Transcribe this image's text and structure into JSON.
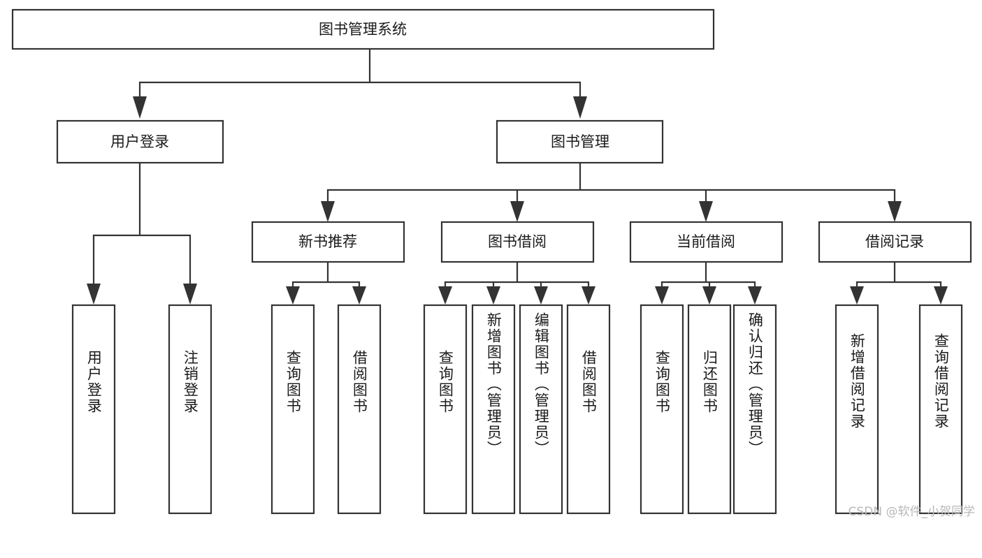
{
  "diagram": {
    "type": "tree",
    "title": "图书管理系统",
    "orientation": "top-down",
    "colors": {
      "background": "#ffffff",
      "box_fill": "#ffffff",
      "box_stroke": "#333333",
      "text": "#1a1a1a",
      "watermark": "#b8b8b8"
    },
    "root": {
      "label": "图书管理系统",
      "text_orientation": "horizontal"
    },
    "level2": [
      {
        "label": "用户登录",
        "text_orientation": "horizontal"
      },
      {
        "label": "图书管理",
        "text_orientation": "horizontal"
      }
    ],
    "level3": [
      {
        "label": "新书推荐",
        "text_orientation": "horizontal",
        "parent": "图书管理"
      },
      {
        "label": "图书借阅",
        "text_orientation": "horizontal",
        "parent": "图书管理"
      },
      {
        "label": "当前借阅",
        "text_orientation": "horizontal",
        "parent": "图书管理"
      },
      {
        "label": "借阅记录",
        "text_orientation": "horizontal",
        "parent": "图书管理"
      }
    ],
    "leaves": {
      "用户登录": [
        {
          "label": "用户登录",
          "text_orientation": "vertical"
        },
        {
          "label": "注销登录",
          "text_orientation": "vertical"
        }
      ],
      "新书推荐": [
        {
          "label": "查询图书",
          "text_orientation": "vertical"
        },
        {
          "label": "借阅图书",
          "text_orientation": "vertical"
        }
      ],
      "图书借阅": [
        {
          "label": "查询图书",
          "text_orientation": "vertical"
        },
        {
          "label": "新增图书（管理员）",
          "text_orientation": "vertical"
        },
        {
          "label": "编辑图书（管理员）",
          "text_orientation": "vertical"
        },
        {
          "label": "借阅图书",
          "text_orientation": "vertical"
        }
      ],
      "当前借阅": [
        {
          "label": "查询图书",
          "text_orientation": "vertical"
        },
        {
          "label": "归还图书",
          "text_orientation": "vertical"
        },
        {
          "label": "确认归还（管理员）",
          "text_orientation": "vertical"
        }
      ],
      "借阅记录": [
        {
          "label": "新增借阅记录",
          "text_orientation": "vertical"
        },
        {
          "label": "查询借阅记录",
          "text_orientation": "vertical"
        }
      ]
    }
  },
  "watermark": {
    "text": "CSDN @软件_小贺同学"
  }
}
